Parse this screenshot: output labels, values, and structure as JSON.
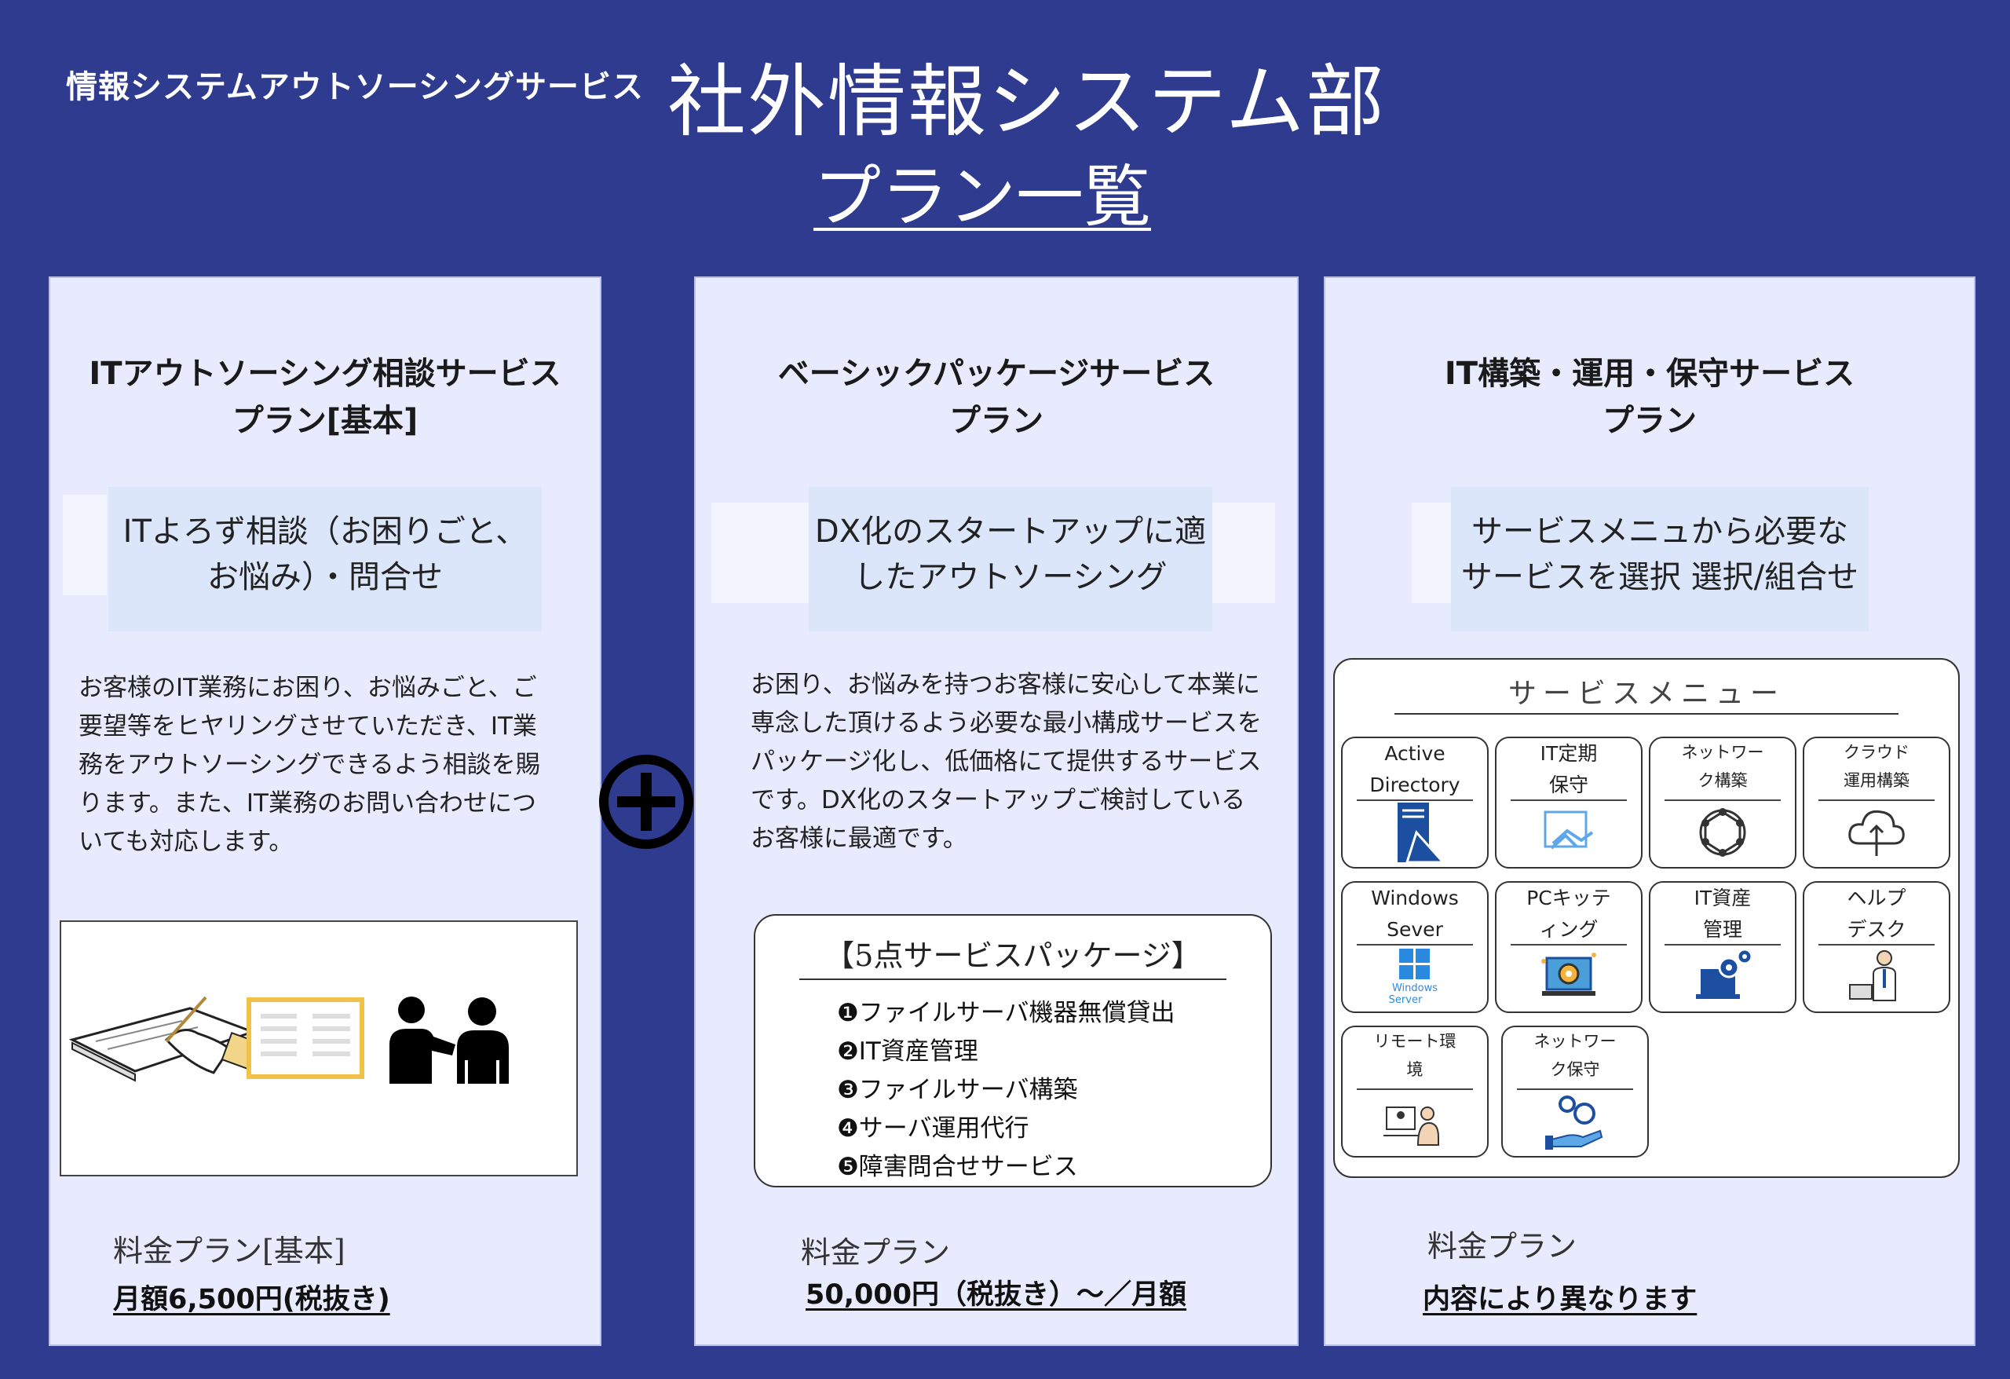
{
  "header": {
    "subtitle": "情報システムアウトソーシングサービス",
    "title": "社外情報システム部",
    "list_title": "プラン一覧"
  },
  "plans": [
    {
      "title_line1": "ITアウトソーシング相談サービス",
      "title_line2": "プラン[基本]",
      "highlight_line1": "ITよろず相談（お困りごと、",
      "highlight_line2": "お悩み）・問合せ",
      "description": [
        "お客様のIT業務にお困り、お悩みごと、ご",
        "要望等をヒヤリングさせていただき、IT業",
        "務をアウトソーシングできるよう相談を賜",
        "ります。また、IT業務のお問い合わせにつ",
        "いても対応します。"
      ],
      "fee_label": "料金プラン[基本]",
      "fee_value": "月額6,500円(税抜き)"
    },
    {
      "title_line1": "ベーシックパッケージサービス",
      "title_line2": "プラン",
      "highlight_line1": "DX化のスタートアップに適",
      "highlight_line2": "したアウトソーシング",
      "description": [
        "お困り、お悩みを持つお客様に安心して本業に",
        "専念した頂けるよう必要な最小構成サービスを",
        "パッケージ化し、低価格にて提供するサービス",
        "です。DX化のスタートアップご検討している",
        "お客様に最適です。"
      ],
      "package": {
        "title": "【5点サービスパッケージ】",
        "items": [
          "❶ファイルサーバ機器無償貸出",
          "❷IT資産管理",
          "❸ファイルサーバ構築",
          "❹サーバ運用代行",
          "❺障害問合せサービス"
        ]
      },
      "fee_label": "料金プラン",
      "fee_value": "50,000円（税抜き）～／月額"
    },
    {
      "title_line1": "IT構築・運用・保守サービス",
      "title_line2": "プラン",
      "highlight_line1": "サービスメニュから必要な",
      "highlight_line2": "サービスを選択 選択/組合せ",
      "menu": {
        "title": "サービスメニュー",
        "items": [
          {
            "line1": "Active",
            "line2": "Directory",
            "icon": "server-icon"
          },
          {
            "line1": "IT定期",
            "line2": "保守",
            "icon": "handshake-icon"
          },
          {
            "line1": "ネットワー",
            "line2": "ク構築",
            "icon": "network-icon"
          },
          {
            "line1": "クラウド",
            "line2": "運用構築",
            "icon": "cloud-icon"
          },
          {
            "line1": "Windows",
            "line2": "Sever",
            "icon": "windows-icon",
            "icon_caption1": "Windows",
            "icon_caption2": "Server"
          },
          {
            "line1": "PCキッテ",
            "line2": "ィング",
            "icon": "gear-laptop-icon"
          },
          {
            "line1": "IT資産",
            "line2": "管理",
            "icon": "laptop-gears-icon"
          },
          {
            "line1": "ヘルプ",
            "line2": "デスク",
            "icon": "help-desk-icon"
          },
          {
            "line1": "リモート環",
            "line2": "境",
            "icon": "remote-work-icon"
          },
          {
            "line1": "ネットワー",
            "line2": "ク保守",
            "icon": "gear-hand-icon"
          }
        ]
      },
      "fee_label": "料金プラン",
      "fee_value": "内容により異なります"
    }
  ],
  "colors": {
    "background": "#2e3b8f",
    "panel": "#e8ebfd",
    "highlight": "#dbe6fb",
    "icon_blue": "#1c4fa0",
    "icon_light": "#5fa8e8"
  }
}
